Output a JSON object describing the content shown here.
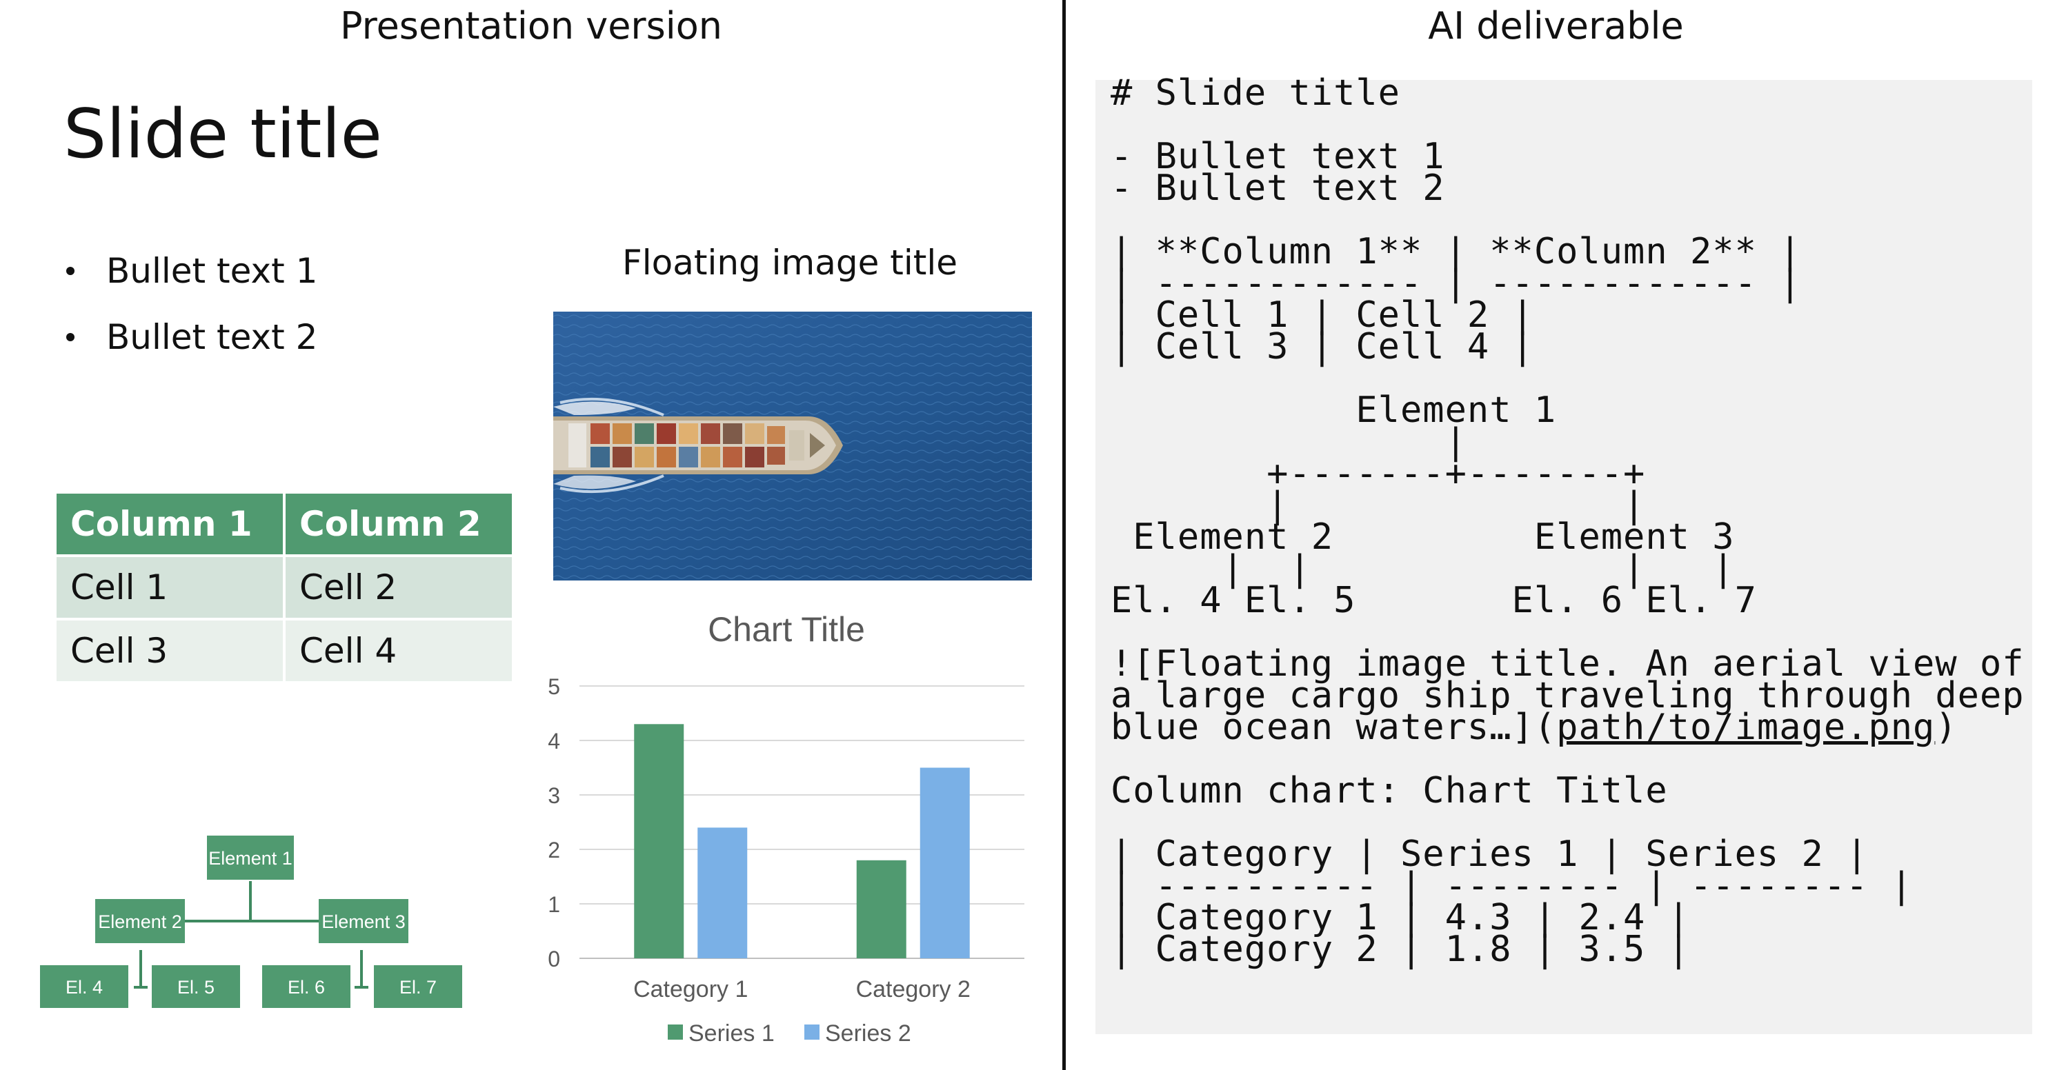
{
  "panels": {
    "left_title": "Presentation version",
    "right_title": "AI deliverable"
  },
  "slide": {
    "title": "Slide title",
    "bullets": [
      "Bullet text 1",
      "Bullet text 2"
    ],
    "table": {
      "headers": [
        "Column 1",
        "Column 2"
      ],
      "rows": [
        [
          "Cell 1",
          "Cell 2"
        ],
        [
          "Cell 3",
          "Cell 4"
        ]
      ]
    },
    "image": {
      "title": "Floating image title",
      "subject": "aerial view of a container cargo ship on deep blue ocean"
    },
    "org_chart": {
      "root": "Element 1",
      "level2": [
        "Element 2",
        "Element 3"
      ],
      "level3": [
        "El. 4",
        "El. 5",
        "El. 6",
        "El. 7"
      ]
    },
    "colors": {
      "green": "#509a70",
      "blue": "#7ab0e6"
    }
  },
  "chart_data": {
    "type": "bar",
    "title": "Chart Title",
    "categories": [
      "Category 1",
      "Category 2"
    ],
    "series": [
      {
        "name": "Series 1",
        "values": [
          4.3,
          1.8
        ],
        "color": "#509a70"
      },
      {
        "name": "Series 2",
        "values": [
          2.4,
          3.5
        ],
        "color": "#7ab0e6"
      }
    ],
    "yticks": [
      "0",
      "1",
      "2",
      "3",
      "4",
      "5"
    ],
    "ylim": [
      0,
      5
    ],
    "grid": true,
    "legend": "bottom"
  },
  "ai": {
    "md_title": "# Slide title",
    "md_bullets": [
      "- Bullet text 1",
      "- Bullet text 2"
    ],
    "md_table": [
      "| **Column 1** | **Column 2** |",
      "| ------------ | ------------ |",
      "| Cell 1 | Cell 2 |",
      "| Cell 3 | Cell 4 |"
    ],
    "tree": [
      "           Element 1",
      "               |",
      "       +-------+-------+",
      "       |               |",
      " Element 2         Element 3",
      "     |  |              |   |",
      "El. 4 El. 5       El. 6 El. 7"
    ],
    "image_alt": [
      "![Floating image title. An aerial view of",
      "a large cargo ship traveling through deep",
      "blue ocean waters…]("
    ],
    "image_link": "path/to/image.png",
    "image_close": ")",
    "chart_heading": "Column chart: Chart Title",
    "chart_table": [
      "| Category | Series 1 | Series 2 |",
      "| ---------- | -------- | -------- |",
      "| Category 1 | 4.3 | 2.4 |",
      "| Category 2 | 1.8 | 3.5 |"
    ]
  }
}
